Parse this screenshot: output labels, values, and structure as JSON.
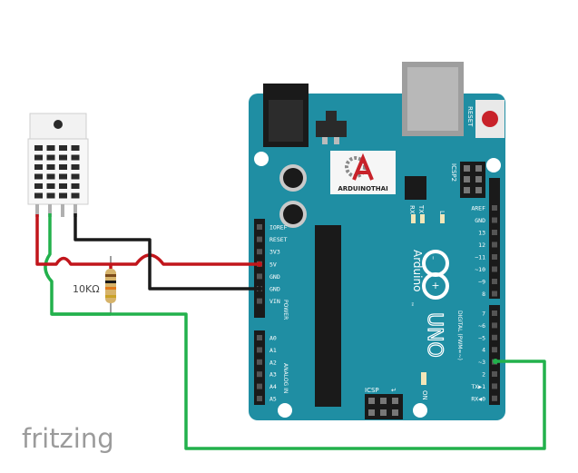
{
  "resistor": {
    "label": "10KΩ"
  },
  "board": {
    "reset_label": "RESET",
    "icsp2_label": "ICSP2",
    "icsp_label": "ICSP",
    "logo_label": "ARDUINOTHAI",
    "tx_label": "TX",
    "rx_label": "RX",
    "l_label": "L",
    "on_label": "ON",
    "arduino_label": "Arduino",
    "tm_label": "™",
    "uno_label": "UNO",
    "power_label": "POWER",
    "analog_label": "ANALOG IN",
    "digital_label": "DIGITAL (PWM=~)",
    "power_pins": [
      "IOREF",
      "RESET",
      "3V3",
      "5V",
      "GND",
      "GND",
      "VIN"
    ],
    "analog_pins": [
      "A0",
      "A1",
      "A2",
      "A3",
      "A4",
      "A5"
    ],
    "digital_top": [
      "AREF",
      "GND",
      "13",
      "12",
      "~11",
      "~10",
      "~9",
      "8"
    ],
    "digital_bottom": [
      "7",
      "~6",
      "~5",
      "4",
      "~3",
      "2",
      "TX▶1",
      "RX◀0"
    ]
  },
  "watermark": "fritzing",
  "colors": {
    "board": "#1f8ea3",
    "board_dark": "#16707f",
    "wire_red": "#c1151b",
    "wire_black": "#1a1a1a",
    "wire_green": "#22b14c",
    "sensor": "#f2f2f2"
  }
}
